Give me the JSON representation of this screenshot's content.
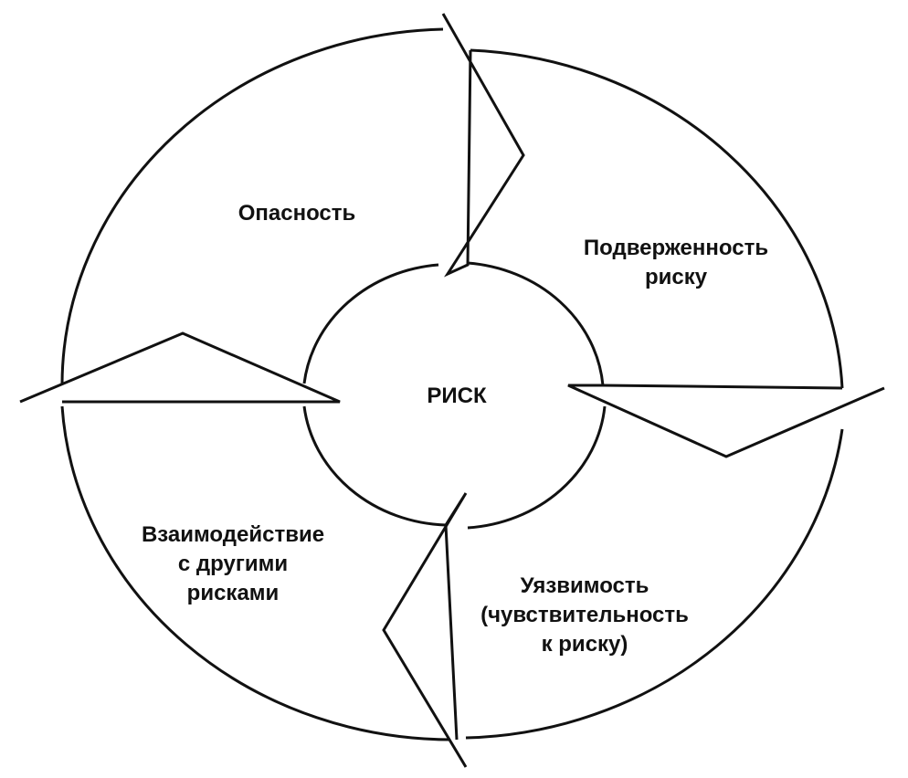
{
  "diagram": {
    "center": "РИСК",
    "segments": [
      {
        "lines": [
          "Опасность"
        ]
      },
      {
        "lines": [
          "Подверженность",
          "риску"
        ]
      },
      {
        "lines": [
          "Уязвимость",
          "(чувствительность",
          "к риску)"
        ]
      },
      {
        "lines": [
          "Взаимодействие",
          "с другими",
          "рисками"
        ]
      }
    ]
  },
  "colors": {
    "stroke": "#111111",
    "background": "#ffffff"
  }
}
